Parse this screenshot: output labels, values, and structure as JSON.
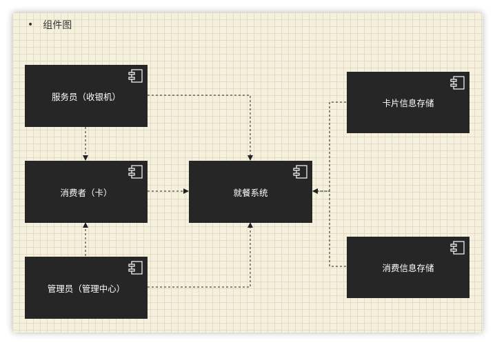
{
  "diagram": {
    "title": "组件图",
    "nodes": [
      {
        "id": "waiter",
        "label": "服务员（收银机）",
        "icon": "component-icon"
      },
      {
        "id": "consumer",
        "label": "消费者（卡）",
        "icon": "component-icon"
      },
      {
        "id": "admin",
        "label": "管理员（管理中心）",
        "icon": "component-icon"
      },
      {
        "id": "dining",
        "label": "就餐系统",
        "icon": "component-icon"
      },
      {
        "id": "card-store",
        "label": "卡片信息存储",
        "icon": "component-icon"
      },
      {
        "id": "consume-store",
        "label": "消费信息存储",
        "icon": "component-icon"
      }
    ],
    "edges": [
      {
        "from": "waiter",
        "to": "consumer",
        "style": "dashed"
      },
      {
        "from": "waiter",
        "to": "dining",
        "style": "dashed"
      },
      {
        "from": "consumer",
        "to": "dining",
        "style": "dashed"
      },
      {
        "from": "admin",
        "to": "consumer",
        "style": "dashed"
      },
      {
        "from": "admin",
        "to": "dining",
        "style": "dashed"
      },
      {
        "from": "card-store",
        "to": "dining",
        "style": "dashed"
      },
      {
        "from": "consume-store",
        "to": "dining",
        "style": "dashed"
      }
    ],
    "colors": {
      "node_fill": "#262626",
      "node_text": "#ffffff",
      "edge": "#222222",
      "canvas": "#f6f1de"
    }
  }
}
